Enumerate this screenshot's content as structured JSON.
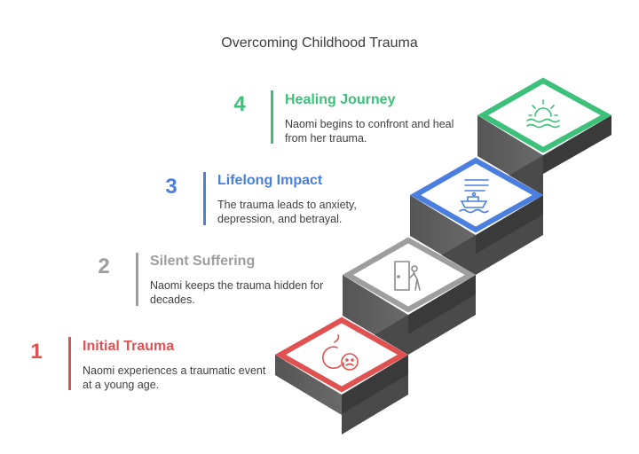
{
  "title": "Overcoming Childhood Trauma",
  "steps": [
    {
      "number": "1",
      "heading": "Initial Trauma",
      "description": "Naomi experiences a traumatic event at a young age.",
      "color": "#e05252",
      "icon": "crying-face-icon"
    },
    {
      "number": "2",
      "heading": "Silent Suffering",
      "description": "Naomi keeps the trauma hidden for decades.",
      "color": "#9e9e9e",
      "icon": "person-behind-door-icon"
    },
    {
      "number": "3",
      "heading": "Lifelong Impact",
      "description": "The trauma leads to anxiety, depression, and betrayal.",
      "color": "#4a7fe0",
      "icon": "sinking-boat-icon"
    },
    {
      "number": "4",
      "heading": "Healing Journey",
      "description": "Naomi begins to confront and heal from her trauma.",
      "color": "#3cc07a",
      "icon": "sunrise-icon"
    }
  ]
}
